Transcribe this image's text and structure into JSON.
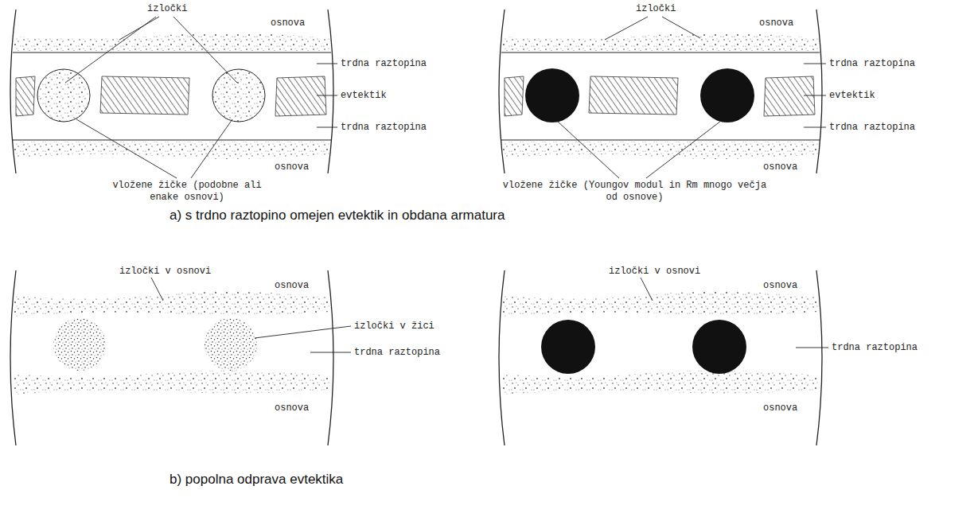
{
  "diagram": {
    "labels": [
      "izločki",
      "osnova",
      "trdna raztopina",
      "evtektik",
      "trdna raztopina",
      "osnova",
      "vložene žičke (podobne ali enake osnovi)",
      "izločki",
      "osnova",
      "trdna raztopina",
      "evtektik",
      "trdna raztopina",
      "osnova",
      "vložene žičke (Youngov modul in Rm mnogo večja od osnove)",
      "a) s trdno raztopino omejen evtektik in obdana armatura",
      "izločki v osnovi",
      "osnova",
      "izločki v žici",
      "trdna raztopina",
      "osnova",
      "izločki v osnovi",
      "osnova",
      "trdna raztopina",
      "osnova",
      "b) popolna odprava evtektika"
    ]
  }
}
